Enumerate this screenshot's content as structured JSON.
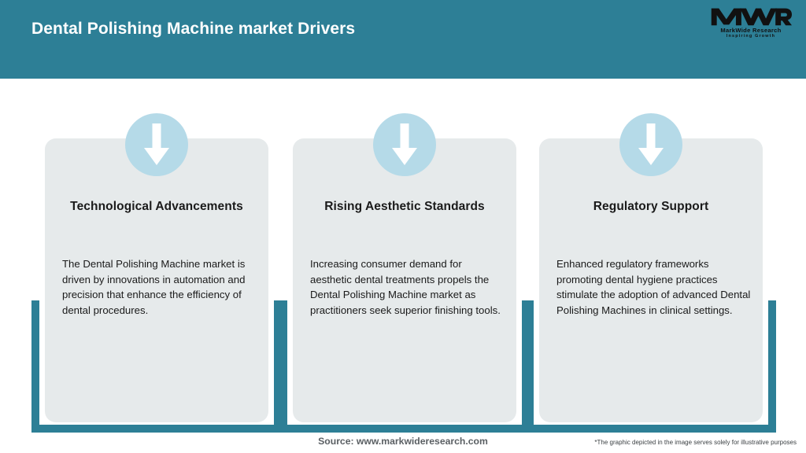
{
  "header": {
    "title": "Dental Polishing Machine market Drivers",
    "background_color": "#2d7f96",
    "title_color": "#ffffff"
  },
  "logo": {
    "mark": "MWR",
    "name": "MarkWide Research",
    "tagline": "Inspiring Growth"
  },
  "theme": {
    "accent_teal": "#2d7f96",
    "card_background": "#e6eaeb",
    "icon_circle": "#b5dae8",
    "arrow_color": "#ffffff"
  },
  "cards": [
    {
      "icon": "down-arrow-icon",
      "title": "Technological Advancements",
      "body": "The Dental Polishing Machine market is driven by innovations in automation and precision that enhance the efficiency of dental procedures."
    },
    {
      "icon": "down-arrow-icon",
      "title": "Rising Aesthetic Standards",
      "body": "Increasing consumer demand for aesthetic dental treatments propels the Dental Polishing Machine market as practitioners seek superior finishing tools."
    },
    {
      "icon": "down-arrow-icon",
      "title": "Regulatory Support",
      "body": "Enhanced regulatory frameworks promoting dental hygiene practices stimulate the adoption of advanced Dental Polishing Machines in clinical settings."
    }
  ],
  "footer": {
    "source": "Source: www.markwideresearch.com",
    "disclaimer": "*The graphic depicted in the image serves solely for illustrative purposes"
  }
}
